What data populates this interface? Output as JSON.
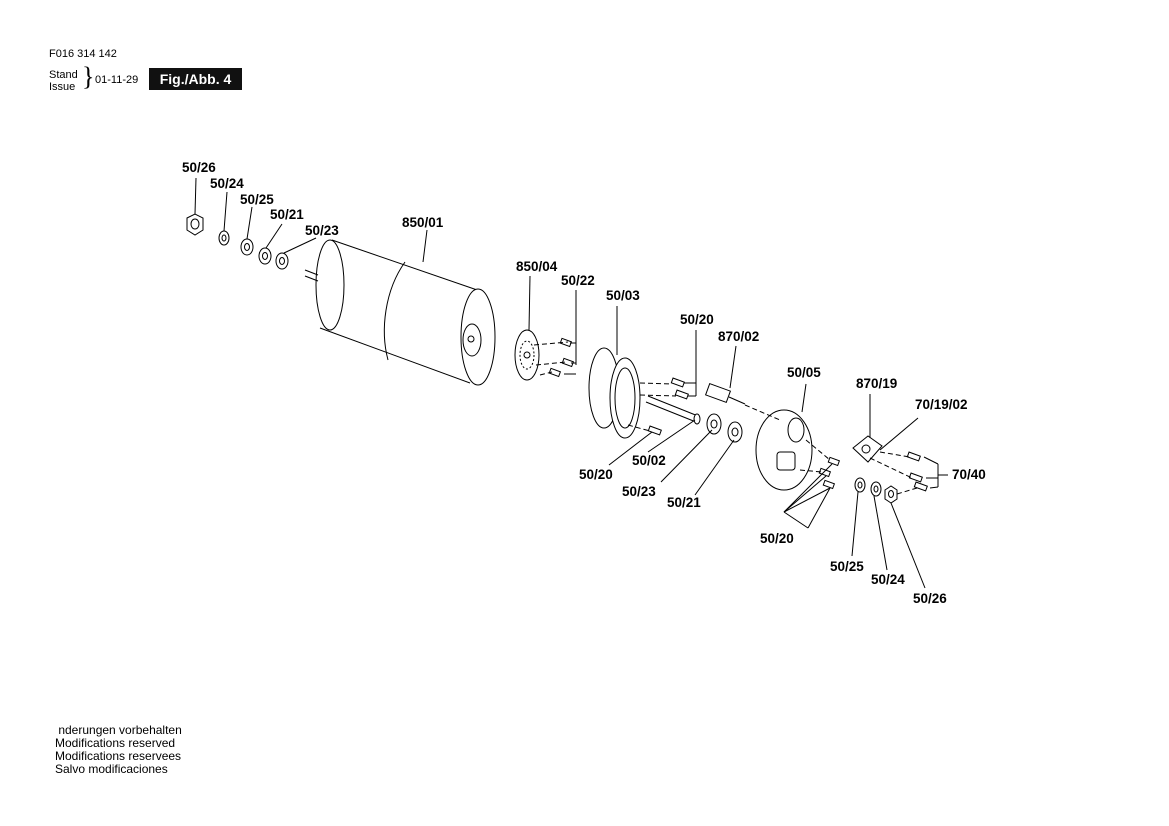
{
  "header": {
    "doc_number": "F016 314 142",
    "stand": "Stand",
    "issue": "Issue",
    "brace": "}",
    "date": "01-11-29",
    "figure": "Fig./Abb. 4"
  },
  "labels": {
    "l_50_26_top": "50/26",
    "l_50_24_top": "50/24",
    "l_50_25_top": "50/25",
    "l_50_21_top": "50/21",
    "l_50_23_top": "50/23",
    "l_850_01": "850/01",
    "l_850_04": "850/04",
    "l_50_22": "50/22",
    "l_50_03": "50/03",
    "l_50_20_mid": "50/20",
    "l_870_02": "870/02",
    "l_50_05": "50/05",
    "l_870_19": "870/19",
    "l_70_19_02": "70/19/02",
    "l_70_40": "70/40",
    "l_50_20_left": "50/20",
    "l_50_02": "50/02",
    "l_50_23_bot": "50/23",
    "l_50_21_bot": "50/21",
    "l_50_20_bot": "50/20",
    "l_50_25_bot": "50/25",
    "l_50_24_bot": "50/24",
    "l_50_26_bot": "50/26"
  },
  "footer": {
    "line1": " nderungen vorbehalten",
    "line2": "Modifications reserved",
    "line3": "Modifications reservees",
    "line4": "Salvo modificaciones"
  }
}
